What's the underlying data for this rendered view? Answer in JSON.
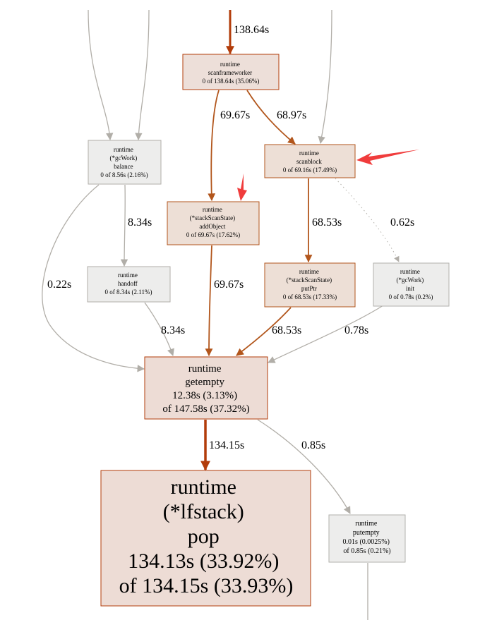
{
  "nodes": {
    "scanframeworker": {
      "lines": [
        "runtime",
        "scanframeworker",
        "0 of 138.64s (35.06%)"
      ],
      "fill": "#eddfd9",
      "stroke": "#b23c0a"
    },
    "balance": {
      "lines": [
        "runtime",
        "(*gcWork)",
        "balance",
        "0 of 8.56s (2.16%)"
      ],
      "fill": "#ededec",
      "stroke": "#b1aea8"
    },
    "scanblock": {
      "lines": [
        "runtime",
        "scanblock",
        "0 of 69.16s (17.49%)"
      ],
      "fill": "#eddfd6",
      "stroke": "#b2561c"
    },
    "addObject": {
      "lines": [
        "runtime",
        "(*stackScanState)",
        "addObject",
        "0 of 69.67s (17.62%)"
      ],
      "fill": "#eddfd6",
      "stroke": "#b2561c"
    },
    "handoff": {
      "lines": [
        "runtime",
        "handoff",
        "0 of 8.34s (2.11%)"
      ],
      "fill": "#ededec",
      "stroke": "#b1aea8"
    },
    "putPtr": {
      "lines": [
        "runtime",
        "(*stackScanState)",
        "putPtr",
        "0 of 68.53s (17.33%)"
      ],
      "fill": "#eddfd6",
      "stroke": "#b2561c"
    },
    "init": {
      "lines": [
        "runtime",
        "(*gcWork)",
        "init",
        "0 of 0.78s (0.2%)"
      ],
      "fill": "#ededec",
      "stroke": "#b2b1ad"
    },
    "getempty": {
      "lines": [
        "runtime",
        "getempty",
        "12.38s (3.13%)",
        "of 147.58s (37.32%)"
      ],
      "fill": "#eddcd5",
      "stroke": "#b23c0a"
    },
    "pop": {
      "lines": [
        "runtime",
        "(*lfstack)",
        "pop",
        "134.13s (33.92%)",
        "of 134.15s (33.93%)"
      ],
      "fill": "#eddcd5",
      "stroke": "#b23c0a"
    },
    "putempty": {
      "lines": [
        "runtime",
        "putempty",
        "0.01s (0.0025%)",
        "of 0.85s (0.21%)"
      ],
      "fill": "#ededec",
      "stroke": "#b2b1ad"
    }
  },
  "edges": {
    "into_scanframeworker": "138.64s",
    "scanframeworker_addObject": "69.67s",
    "scanframeworker_scanblock": "68.97s",
    "balance_handoff": "8.34s",
    "scanblock_putPtr": "68.53s",
    "scanblock_init": "0.62s",
    "balance_getempty": "0.22s",
    "addObject_getempty": "69.67s",
    "handoff_getempty": "8.34s",
    "putPtr_getempty": "68.53s",
    "init_getempty": "0.78s",
    "getempty_pop": "134.15s",
    "getempty_putempty": "0.85s"
  },
  "colors": {
    "hot_edge": "#b23c0a",
    "warm_edge": "#b2561c",
    "cold_edge": "#b1aea8",
    "annotation_arrow": "#f03c3c"
  }
}
